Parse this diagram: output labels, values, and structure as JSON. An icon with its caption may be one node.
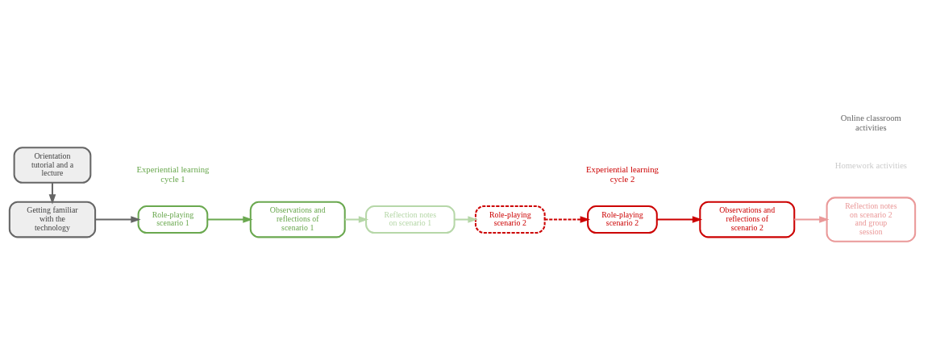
{
  "diagram": {
    "nodes": [
      {
        "text": [
          "Orientation tutorial and a lecture"
        ]
      },
      {
        "text": [
          "Getting familiar with the technology"
        ]
      },
      {
        "text": [
          "Role-playing scenario 1"
        ]
      },
      {
        "text": [
          "Observations and reflections of scenario 1"
        ]
      },
      {
        "text": [
          "Role-playing scenario 2"
        ]
      },
      {
        "text": [
          "Reflection notes on scenario 1"
        ]
      },
      {
        "text": [
          "Role-playing scenario 2"
        ]
      },
      {
        "text": [
          "Observations and reflections of scenario 2"
        ]
      },
      {
        "text": [
          "Reflection notes on scenario 2 and group session"
        ]
      }
    ],
    "edges": [
      {
        "from": 0,
        "to": 1,
        "arrow": "to",
        "color": "#666666"
      },
      {
        "from": 1,
        "to": 2,
        "arrow": "to",
        "color": "#666666"
      },
      {
        "from": 2,
        "to": 3,
        "arrow": "to",
        "color": "#6aa84f"
      },
      {
        "from": 3,
        "to": 5,
        "arrow": "to",
        "color": "#b6d7a8"
      },
      {
        "from": 5,
        "to": 4,
        "arrow": "to",
        "color": "#b6d7a8"
      },
      {
        "from": 4,
        "to": 6,
        "arrow": "to",
        "style": "dashed",
        "color": "#cc0000"
      },
      {
        "from": 6,
        "to": 7,
        "arrow": "to",
        "color": "#cc0000"
      },
      {
        "from": 7,
        "to": 8,
        "arrow": "to",
        "color": "#ea9999"
      }
    ],
    "labels": [
      "Experiential learning cycle 1",
      "Experiential learning cycle 2",
      "Online classroom activities",
      "Homework activities"
    ]
  }
}
